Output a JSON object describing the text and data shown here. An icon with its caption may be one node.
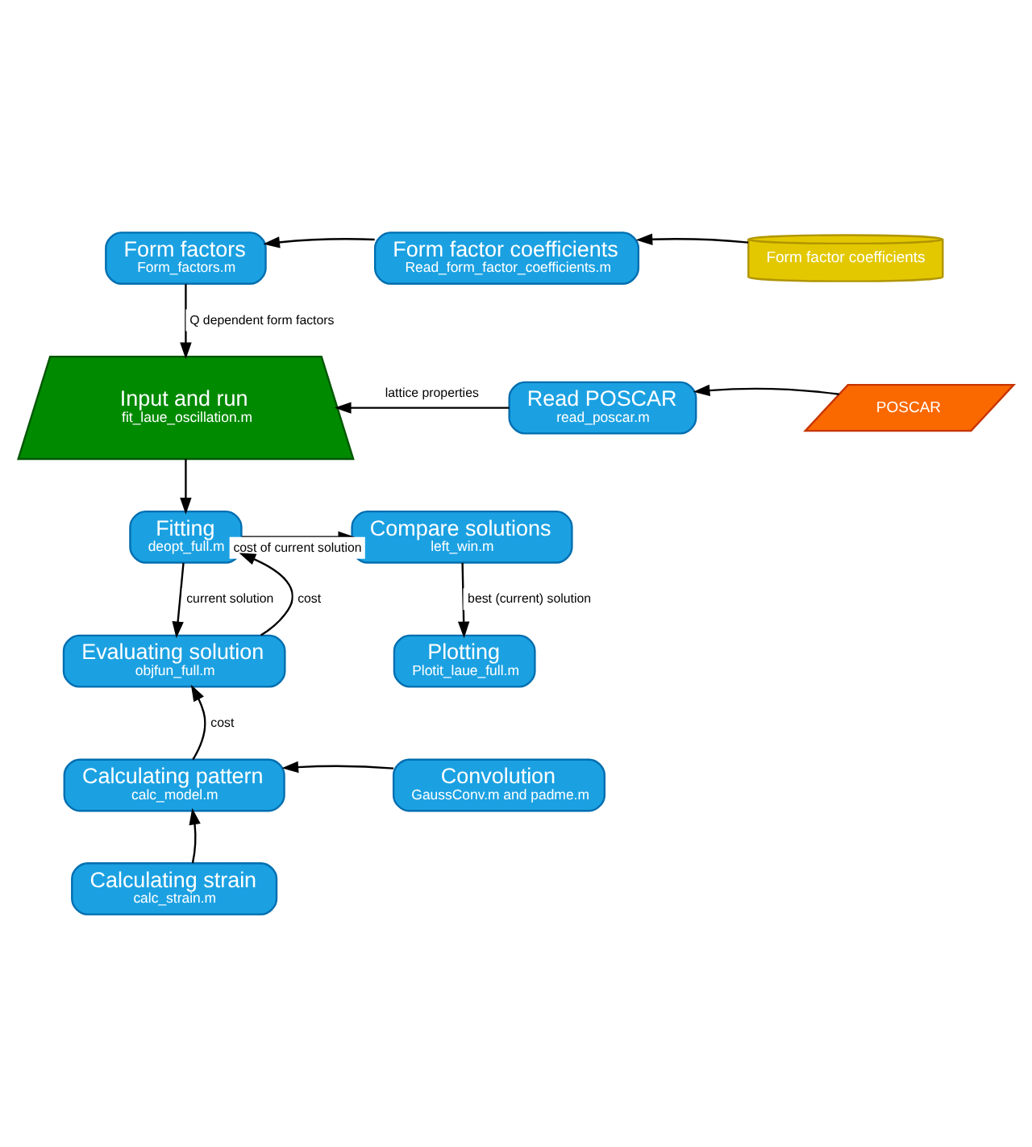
{
  "diagram": {
    "nodes": [
      {
        "text": [
          "Form factors",
          "Form_factors.m"
        ]
      },
      {
        "text": [
          "Form factor coefficients",
          "Read_form_factor_coefficients.m"
        ]
      },
      {
        "text": [
          "Form factor coefficients"
        ]
      },
      {
        "text": [
          "Input and run",
          "fit_laue_oscillation.m"
        ]
      },
      {
        "text": [
          "Read POSCAR",
          "read_poscar.m"
        ]
      },
      {
        "text": [
          "POSCAR"
        ]
      },
      {
        "text": [
          "Fitting",
          "deopt_full.m"
        ]
      },
      {
        "text": [
          "Compare solutions",
          "left_win.m"
        ]
      },
      {
        "text": [
          "Evaluating solution",
          "objfun_full.m"
        ]
      },
      {
        "text": [
          "Plotting",
          "Plotit_laue_full.m"
        ]
      },
      {
        "text": [
          "Calculating pattern",
          "calc_model.m"
        ]
      },
      {
        "text": [
          "Convolution",
          "GaussConv.m and padme.m"
        ]
      },
      {
        "text": [
          "Calculating strain",
          "calc_strain.m"
        ]
      }
    ],
    "edges": [
      {
        "from": 2,
        "to": 1,
        "arrow": "to"
      },
      {
        "from": 1,
        "to": 0,
        "arrow": "to"
      },
      {
        "from": 0,
        "to": 3,
        "arrow": "to",
        "label": "Q dependent form factors"
      },
      {
        "from": 5,
        "to": 4,
        "arrow": "to"
      },
      {
        "from": 4,
        "to": 3,
        "arrow": "to",
        "label": "lattice properties"
      },
      {
        "from": 3,
        "to": 6,
        "arrow": "to"
      },
      {
        "from": 6,
        "to": 7,
        "arrow": "to",
        "label": "cost of current solution"
      },
      {
        "from": 6,
        "to": 8,
        "arrow": "to",
        "label": "current solution"
      },
      {
        "from": 8,
        "to": 6,
        "arrow": "to",
        "label": "cost"
      },
      {
        "from": 7,
        "to": 9,
        "arrow": "to",
        "label": "best (current) solution"
      },
      {
        "from": 11,
        "to": 10,
        "arrow": "to"
      },
      {
        "from": 10,
        "to": 8,
        "arrow": "to",
        "label": "cost"
      },
      {
        "from": 12,
        "to": 10,
        "arrow": "to"
      }
    ]
  }
}
